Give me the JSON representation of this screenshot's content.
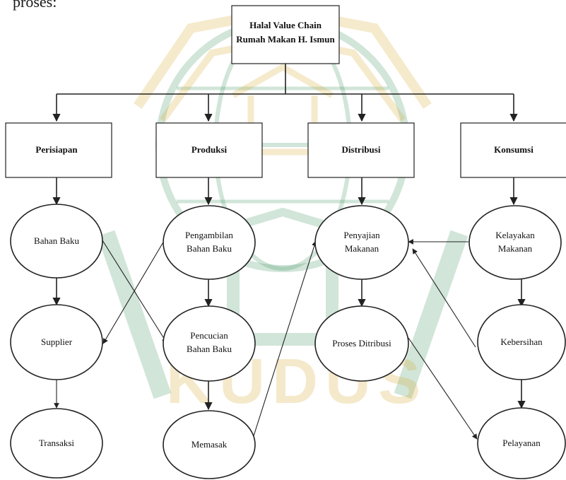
{
  "top_text": "proses:",
  "watermark": {
    "text": "KUDUS",
    "colors": {
      "green": "#2e8a52",
      "gold": "#d8ac33"
    }
  },
  "root": {
    "line1": "Halal Value Chain",
    "line2": "Rumah Makan H. Ismun"
  },
  "stages": [
    {
      "title": "Perisiapan",
      "steps": [
        [
          "Bahan Baku"
        ],
        [
          "Supplier"
        ],
        [
          "Transaksi"
        ]
      ]
    },
    {
      "title": "Produksi",
      "steps": [
        [
          "Pengambilan",
          "Bahan Baku"
        ],
        [
          "Pencucian",
          "Bahan Baku"
        ],
        [
          "Memasak"
        ]
      ]
    },
    {
      "title": "Distribusi",
      "steps": [
        [
          "Penyajian",
          "Makanan"
        ],
        [
          "Proses Ditribusi"
        ]
      ]
    },
    {
      "title": "Konsumsi",
      "steps": [
        [
          "Kelayakan",
          "Makanan"
        ],
        [
          "Kebersihan"
        ],
        [
          "Pelayanan"
        ]
      ]
    }
  ]
}
